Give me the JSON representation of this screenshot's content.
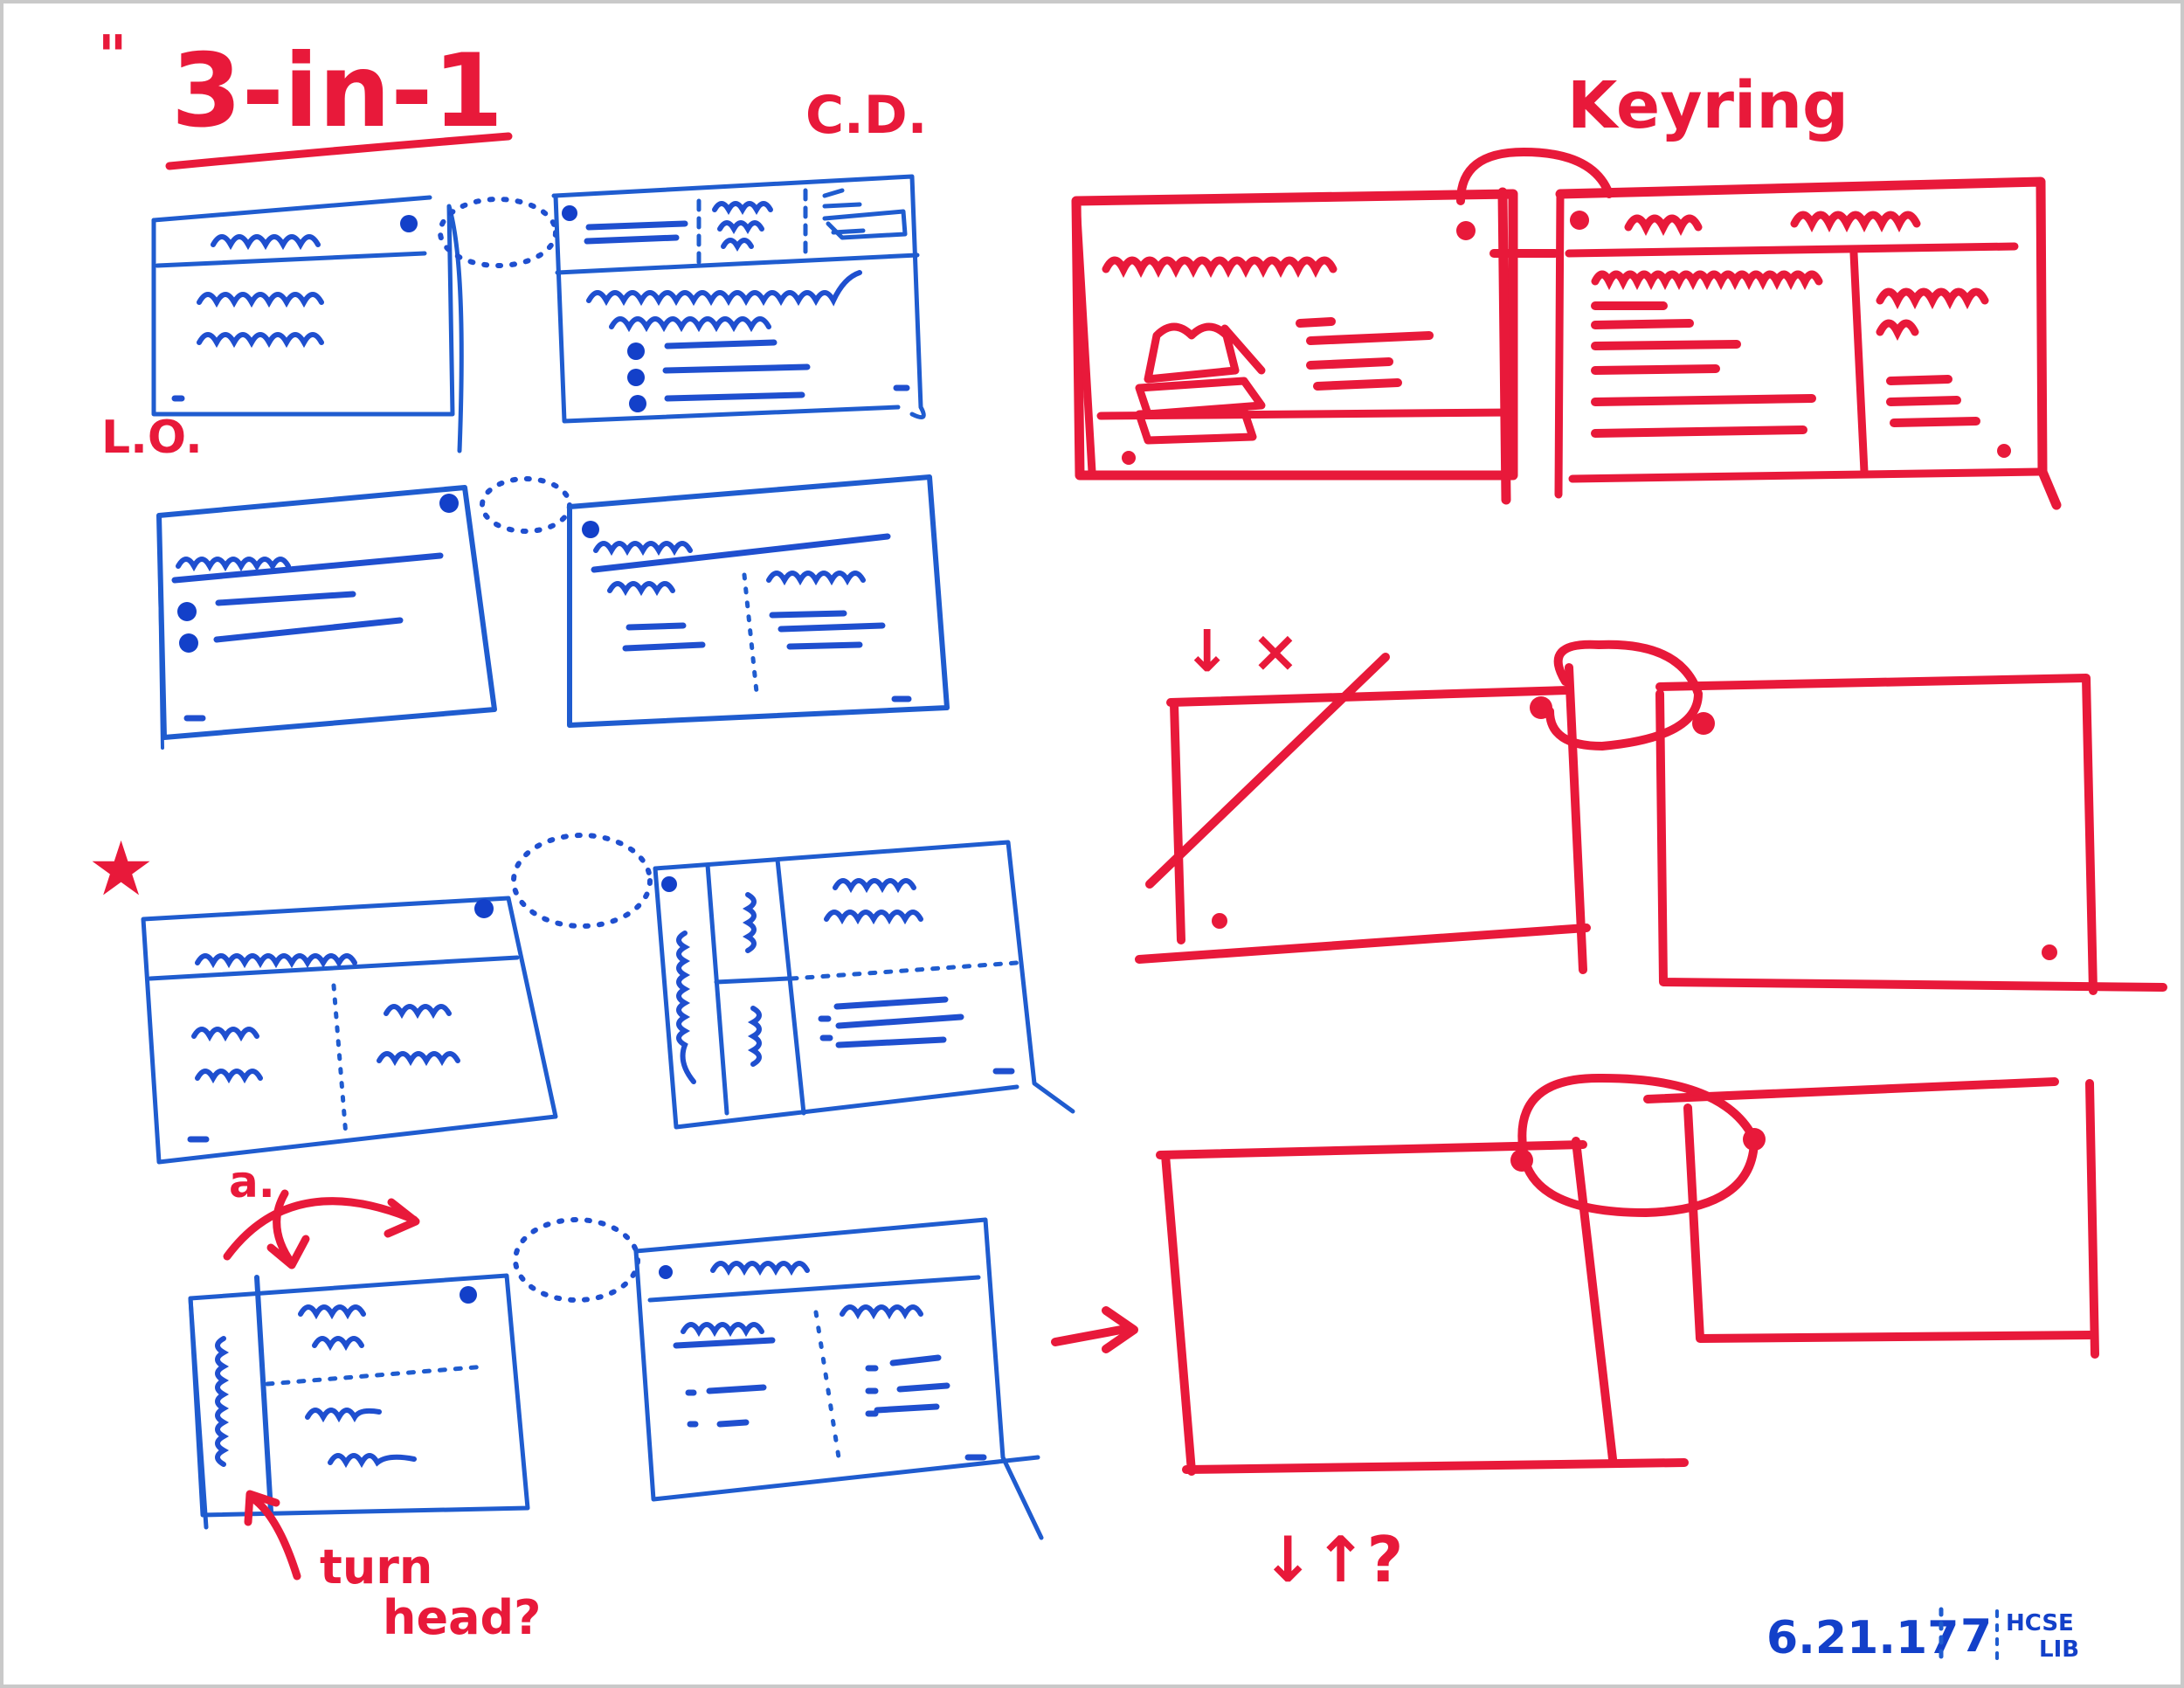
{
  "title": "3-in-1",
  "title_mark": "\"",
  "labels": {
    "cd": "C.D.",
    "lo": "L.O.",
    "keyring": "Keyring",
    "star": "★",
    "a_note": "a.",
    "turn_head": "turn",
    "turn_head_2": "head?",
    "arrow_note": "↓ ×",
    "bottom_note": "↓↑?",
    "right_arrow": "→"
  },
  "footer": {
    "date": "6.21.17",
    "page": "7",
    "initials_top": "HCSE",
    "initials_bottom": "LIB"
  },
  "colors": {
    "red": "#e8193a",
    "blue": "#1f5ccf",
    "frame": "#c9c9c9"
  }
}
